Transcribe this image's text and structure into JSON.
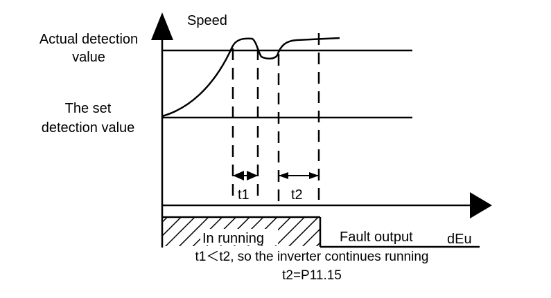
{
  "labels": {
    "speed": "Speed",
    "actual_line1": "Actual detection",
    "actual_line2": "value",
    "set_line1": "The set",
    "set_line2": "detection value",
    "t1": "t1",
    "t2": "t2",
    "in_running": "In running",
    "fault_output": "Fault output",
    "deu": "dEu"
  },
  "caption": {
    "line1": "t1＜t2, so the inverter continues running",
    "line2": "t2=P11.15"
  },
  "colors": {
    "ink": "#000000",
    "background": "#ffffff"
  }
}
